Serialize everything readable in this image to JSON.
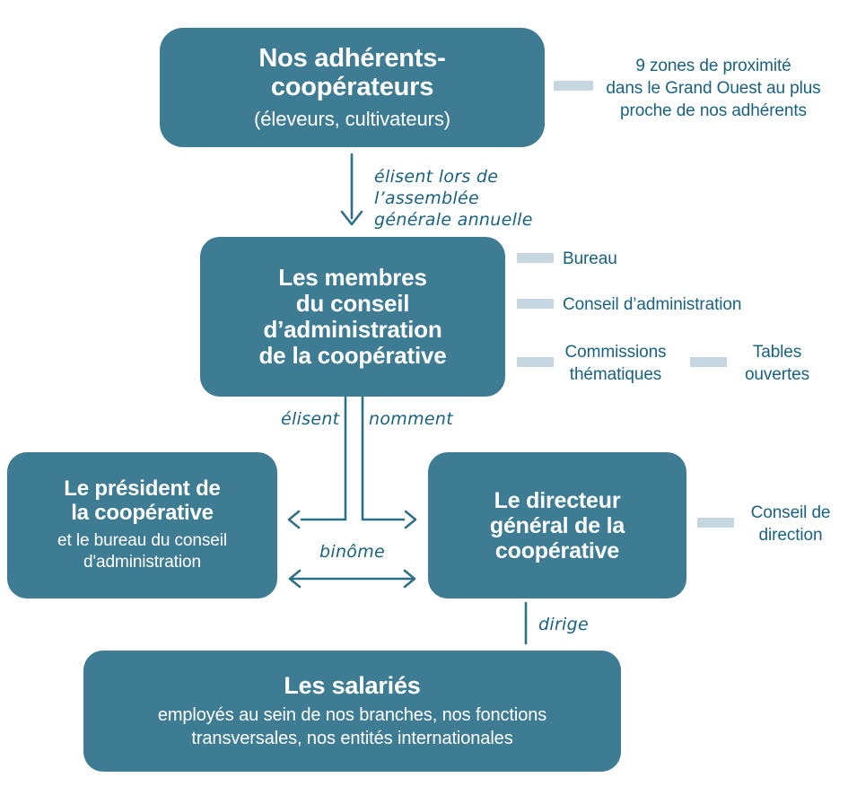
{
  "theme": {
    "box_fill": "#3D7C92",
    "box_text": "#FFFFFF",
    "bar_fill": "#C5D6DF",
    "line_color": "#2E6F88",
    "annotation_text": "#19627F",
    "background": "#FFFFFF"
  },
  "nodes": {
    "adherents": {
      "title_line1": "Nos adhérents-",
      "title_line2": "coopérateurs",
      "subtitle": "(éleveurs, cultivateurs)"
    },
    "conseil": {
      "title_line1": "Les membres",
      "title_line2": "du conseil",
      "title_line3": "d’administration",
      "title_line4": "de la coopérative"
    },
    "president": {
      "title_line1": "Le président de",
      "title_line2": "la coopérative",
      "subtitle_line1": "et le bureau du conseil",
      "subtitle_line2": "d'administration"
    },
    "directeur": {
      "title_line1": "Le directeur",
      "title_line2": "général de la",
      "title_line3": "coopérative"
    },
    "salaries": {
      "title": "Les salariés",
      "subtitle_line1": "employés au sein de nos branches, nos fonctions",
      "subtitle_line2": "transversales, nos entités internationales"
    }
  },
  "annotations": {
    "zones": {
      "line1": "9 zones de proximité",
      "line2": "dans le Grand Ouest au plus",
      "line3": "proche de nos adhérents"
    },
    "bureau": "Bureau",
    "conseil_administration": "Conseil d’administration",
    "commissions": {
      "line1": "Commissions",
      "line2": "thématiques"
    },
    "tables": {
      "line1": "Tables",
      "line2": "ouvertes"
    },
    "conseil_direction": {
      "line1": "Conseil de",
      "line2": "direction"
    }
  },
  "edges": {
    "elisent_ag": "élisent lors de l’assemblée\ngénérale annuelle",
    "elisent": "élisent",
    "nomment": "nomment",
    "binome": "binôme",
    "dirige": "dirige"
  }
}
